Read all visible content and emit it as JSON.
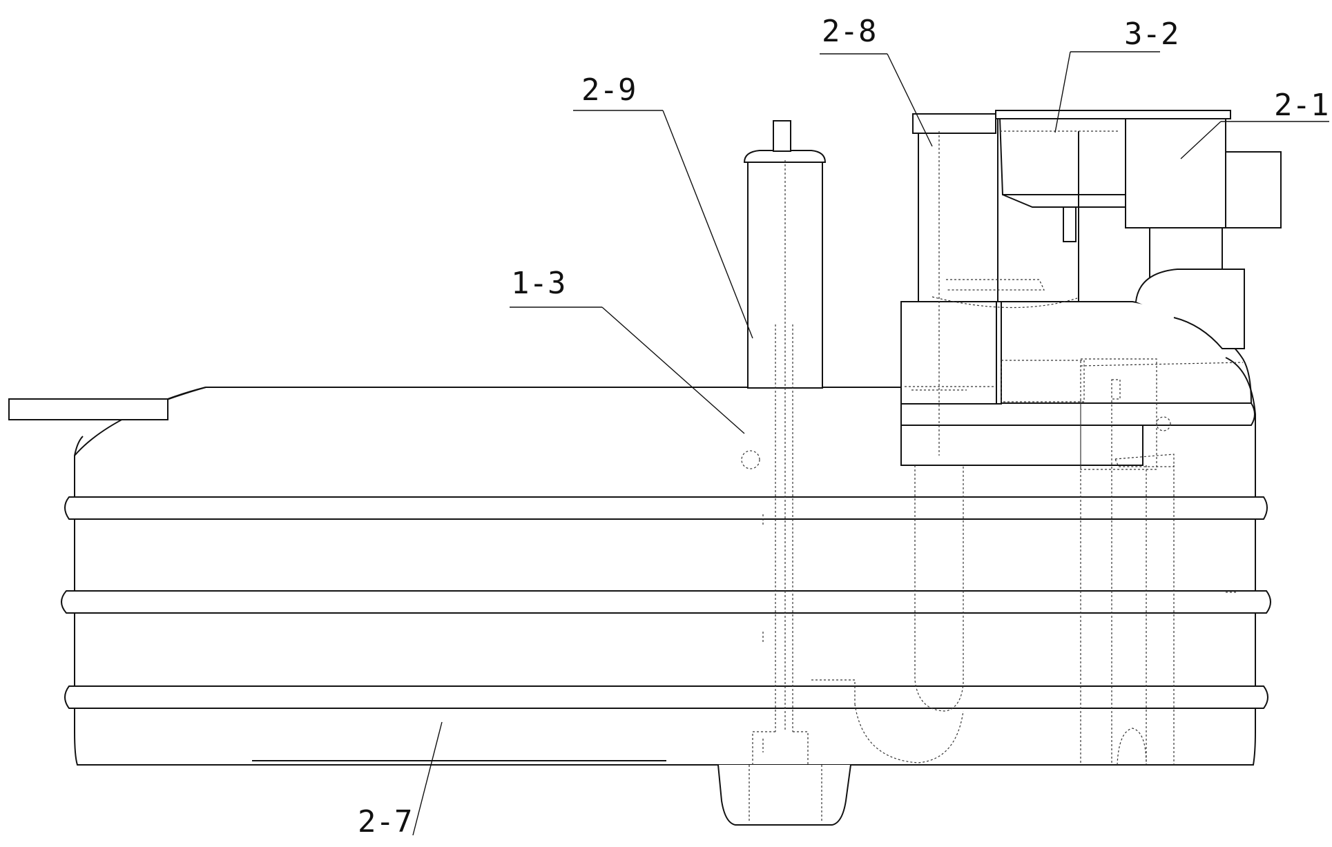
{
  "labels": {
    "l_2_8": "2-8",
    "l_3_2": "3-2",
    "l_2_9": "2-9",
    "l_2_1": "2-1",
    "l_1_3": "1-3",
    "l_2_7": "2-7"
  }
}
